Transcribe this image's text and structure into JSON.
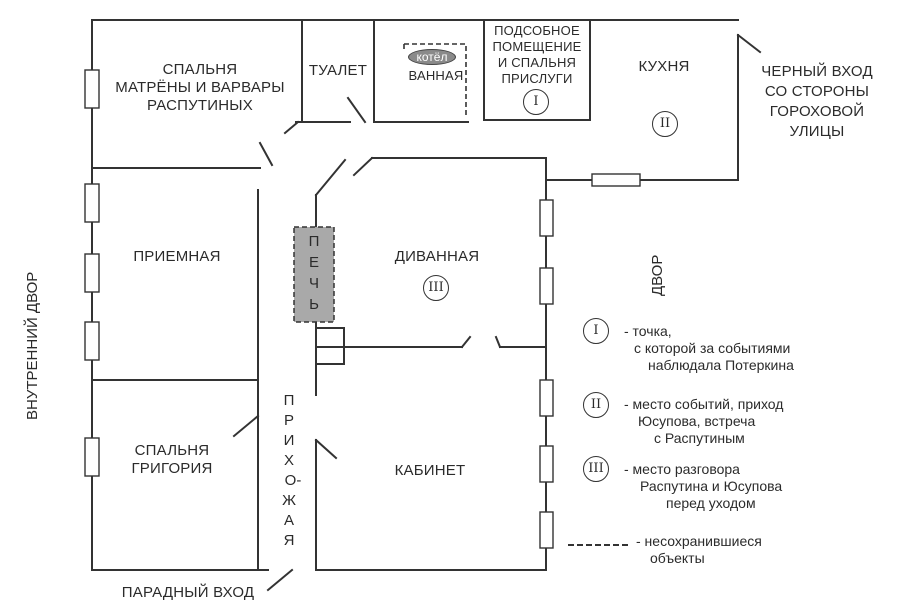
{
  "rooms": {
    "bedroom_matryona": [
      "СПАЛЬНЯ",
      "МАТРЁНЫ И ВАРВАРЫ",
      "РАСПУТИНЫХ"
    ],
    "toilet": "ТУАЛЕТ",
    "boiler": "котёл",
    "bathroom": "ВАННАЯ",
    "utility": [
      "ПОДСОБНОЕ",
      "ПОМЕЩЕНИЕ",
      "И СПАЛЬНЯ",
      "ПРИСЛУГИ"
    ],
    "kitchen": "КУХНЯ",
    "back_entrance": [
      "ЧЕРНЫЙ ВХОД",
      "СО СТОРОНЫ",
      "ГОРОХОВОЙ",
      "УЛИЦЫ"
    ],
    "reception": "ПРИЕМНАЯ",
    "stove": [
      "П",
      "Е",
      "Ч",
      "Ь"
    ],
    "sofa_room": "ДИВАННАЯ",
    "yard": "ДВОР",
    "inner_yard": "ВНУТРЕННИЙ ДВОР",
    "bedroom_grigory": [
      "СПАЛЬНЯ",
      "ГРИГОРИЯ"
    ],
    "hall": [
      "П",
      "Р",
      "И",
      "Х",
      "О-",
      "Ж",
      "А",
      "Я"
    ],
    "hall_prefix": [
      "Х"
    ],
    "study": "КАБИНЕТ",
    "front_entrance": "ПАРАДНЫЙ ВХОД"
  },
  "markers": {
    "one": "I",
    "two": "II",
    "three": "III"
  },
  "legend": [
    {
      "mark": "I",
      "lines": [
        "- точка,",
        "с которой за событиями",
        "наблюдала Потеркина"
      ]
    },
    {
      "mark": "II",
      "lines": [
        "- место событий, приход",
        "Юсупова, встреча",
        "с Распутиным"
      ]
    },
    {
      "mark": "III",
      "lines": [
        "- место разговора",
        "Распутина и Юсупова",
        "перед уходом"
      ]
    },
    {
      "mark": "dashed",
      "lines": [
        "- несохранившиеся",
        "объекты"
      ]
    }
  ],
  "colors": {
    "wall": "#333333",
    "stove_fill": "#a9a9a9",
    "boiler_fill": "#8a8a8a"
  }
}
